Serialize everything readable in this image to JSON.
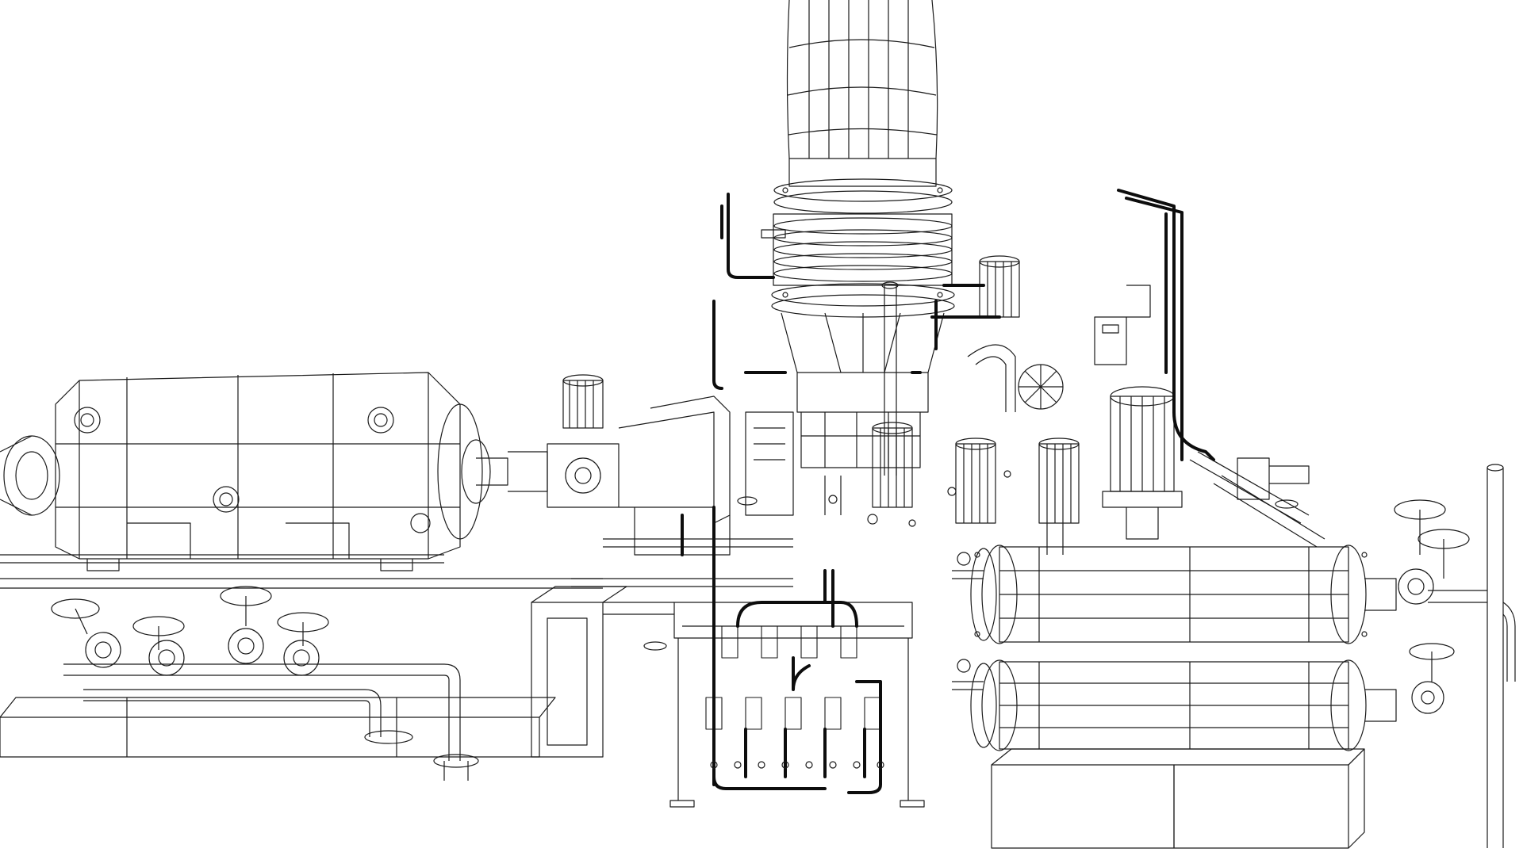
{
  "scene": {
    "background_color": "#ffffff",
    "line_color": "#1a1a1a",
    "heavy_line_color": "#0d0d0d",
    "components": [
      {
        "id": "exhaust-stack",
        "icon": "wireframe-exhaust-stack"
      },
      {
        "id": "generator-housing",
        "icon": "wireframe-cylinder"
      },
      {
        "id": "shell-tube-heat-exchanger-upper",
        "icon": "wireframe-heat-exchanger"
      },
      {
        "id": "shell-tube-heat-exchanger-lower",
        "icon": "wireframe-heat-exchanger"
      },
      {
        "id": "valve-manifold",
        "icon": "wireframe-valve-rack"
      },
      {
        "id": "handwheel-valves",
        "icon": "handwheel-icon"
      },
      {
        "id": "vertical-pumps",
        "icon": "wireframe-pump"
      },
      {
        "id": "piping-network",
        "icon": "wireframe-pipes"
      },
      {
        "id": "skid-base",
        "icon": "wireframe-base-frame"
      }
    ]
  }
}
